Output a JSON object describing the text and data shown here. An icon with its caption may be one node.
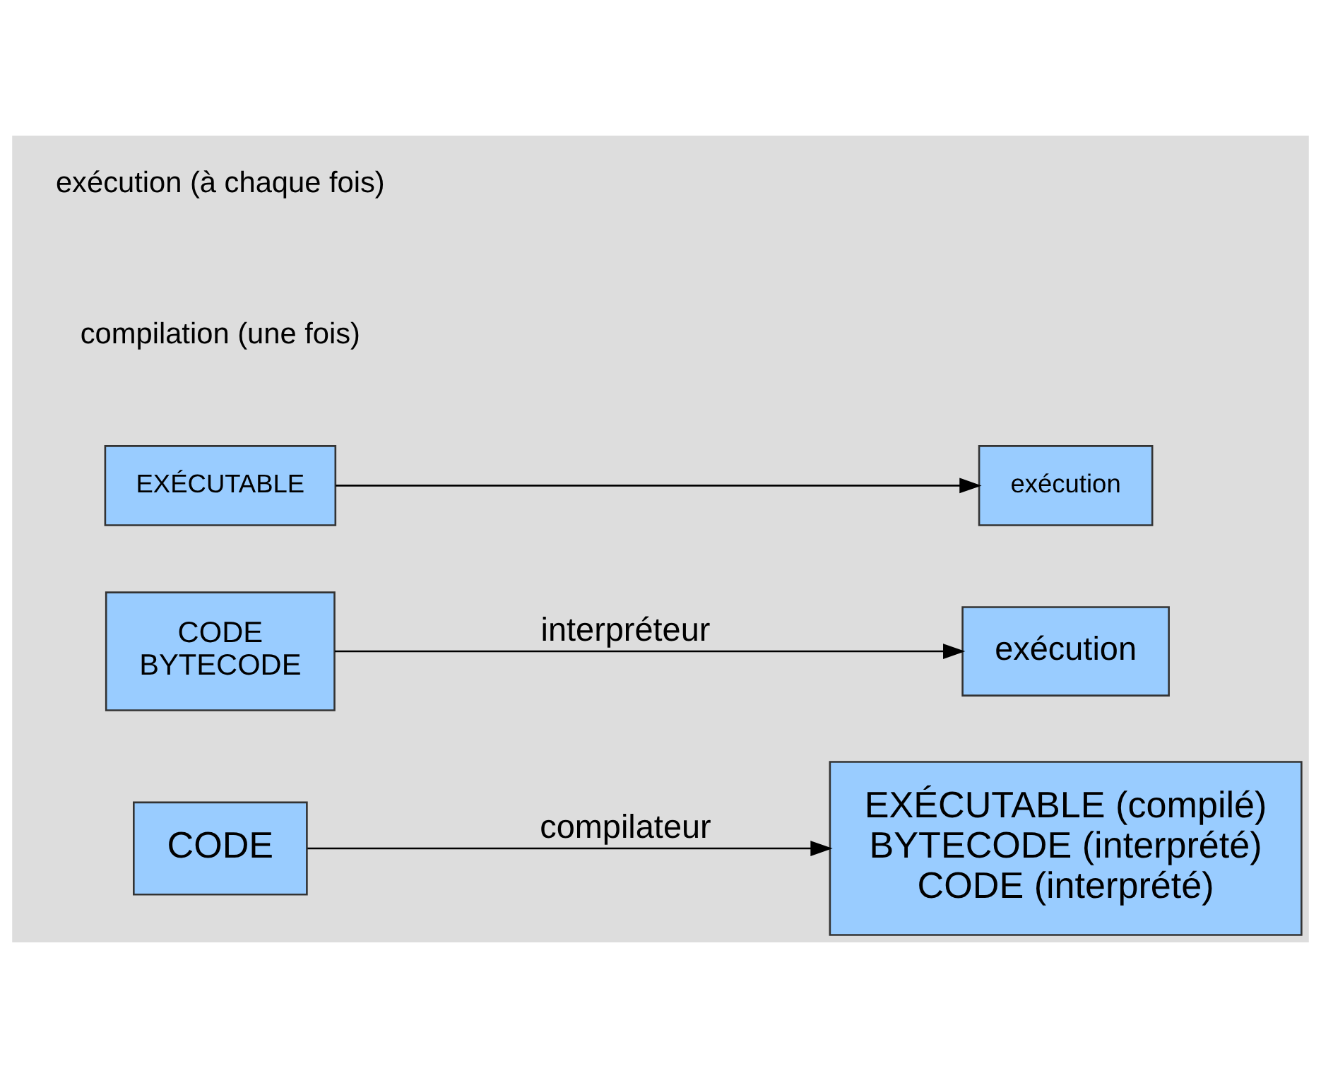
{
  "diagram": {
    "nodes": [
      {
        "text": [
          "CODE"
        ]
      },
      {
        "text": [
          "EXÉCUTABLE (compilé)",
          "BYTECODE (interprété)",
          "CODE (interprété)"
        ]
      },
      {
        "text": [
          "CODE",
          "BYTECODE"
        ]
      },
      {
        "text": [
          "exécution"
        ]
      },
      {
        "text": [
          "EXÉCUTABLE"
        ]
      },
      {
        "text": [
          "exécution"
        ]
      }
    ],
    "edges": [
      {
        "from": 0,
        "to": 1,
        "arrow": "to",
        "label": "compilateur"
      },
      {
        "from": 2,
        "to": 3,
        "arrow": "to",
        "label": "interpréteur"
      },
      {
        "from": 4,
        "to": 5,
        "arrow": "to"
      }
    ],
    "labels": [
      "compilation (une fois)",
      "exécution (à chaque fois)"
    ]
  }
}
